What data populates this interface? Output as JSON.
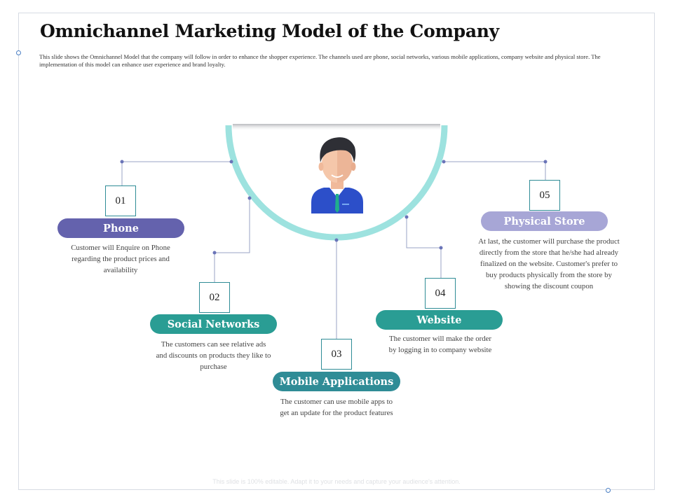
{
  "slide": {
    "title": "Omnichannel Marketing Model of the Company",
    "subtitle": "This slide shows the Omnichannel Model that the company will follow in order to enhance the shopper experience. The channels used are phone, social networks, various mobile applications, company website and physical store. The implementation of this model can enhance user experience and brand loyalty.",
    "footer": "This slide is 100% editable. Adapt it to your needs and capture your audience's attention."
  },
  "colors": {
    "ring": "#9de2df",
    "phone": "#6462ad",
    "social": "#2a9d94",
    "mobile": "#2f8c96",
    "website": "#2a9d94",
    "store": "#a7a6d6",
    "connector": "#9aa3c4",
    "dot": "#6a74b8"
  },
  "avatar_icon": "businessman-avatar-icon",
  "channels": [
    {
      "number": "01",
      "name": "Phone",
      "description": "Customer will Enquire on Phone regarding the product prices and availability"
    },
    {
      "number": "02",
      "name": "Social Networks",
      "description": "The customers can see relative ads and discounts on products they like to purchase"
    },
    {
      "number": "03",
      "name": "Mobile Applications",
      "description": "The customer can use mobile apps to get an update for the product features"
    },
    {
      "number": "04",
      "name": "Website",
      "description": "The customer will make the order by logging in to company website"
    },
    {
      "number": "05",
      "name": "Physical Store",
      "description": "At last, the customer will purchase the product directly from the store that he/she had already finalized on the website. Customer's prefer to buy products physically from the store by showing the discount coupon"
    }
  ]
}
